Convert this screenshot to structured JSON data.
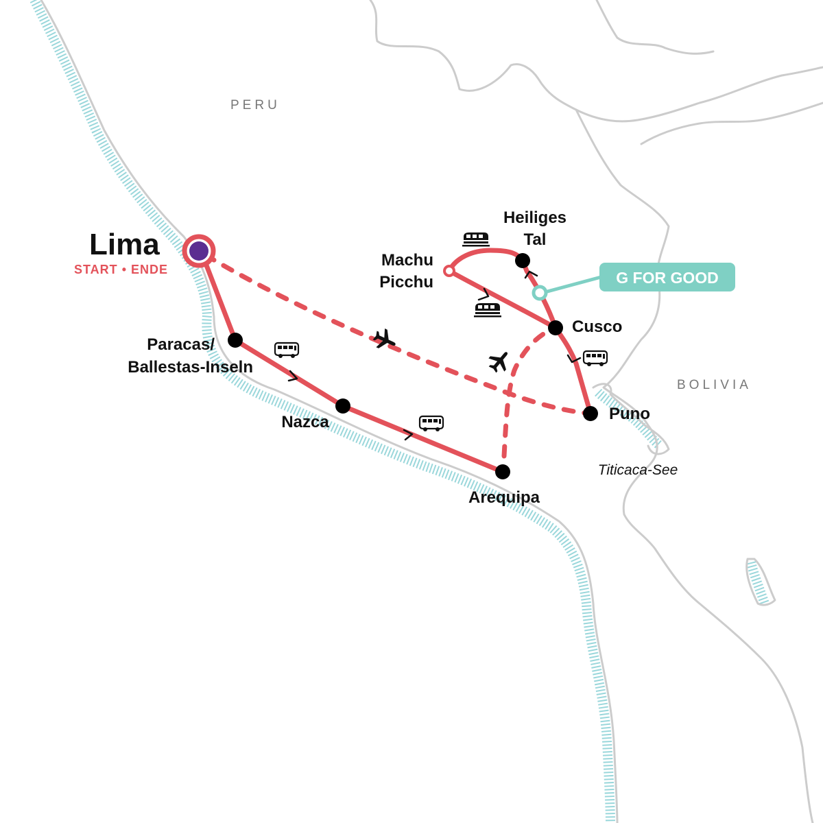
{
  "map": {
    "countries": {
      "peru": "PERU",
      "bolivia": "BOLIVIA"
    },
    "start_city": {
      "name": "Lima",
      "badge_start": "START",
      "badge_sep": "•",
      "badge_end": "ENDE"
    },
    "cities": {
      "paracas_line1": "Paracas/",
      "paracas_line2": "Ballestas-Inseln",
      "nazca": "Nazca",
      "arequipa": "Arequipa",
      "puno": "Puno",
      "cusco": "Cusco",
      "heiliges_line1": "Heiliges",
      "heiliges_line2": "Tal",
      "machu_line1": "Machu",
      "machu_line2": "Picchu"
    },
    "lake": "Titicaca-See",
    "badge": "G FOR GOOD",
    "colors": {
      "route": "#e3525a",
      "start_dot": "#5b2d91",
      "g_for_good": "#7fd0c4",
      "coast_hatch": "#9ad7db",
      "border": "#cccccc"
    },
    "legend_icons": [
      "bus-icon",
      "train-icon",
      "plane-icon"
    ]
  }
}
